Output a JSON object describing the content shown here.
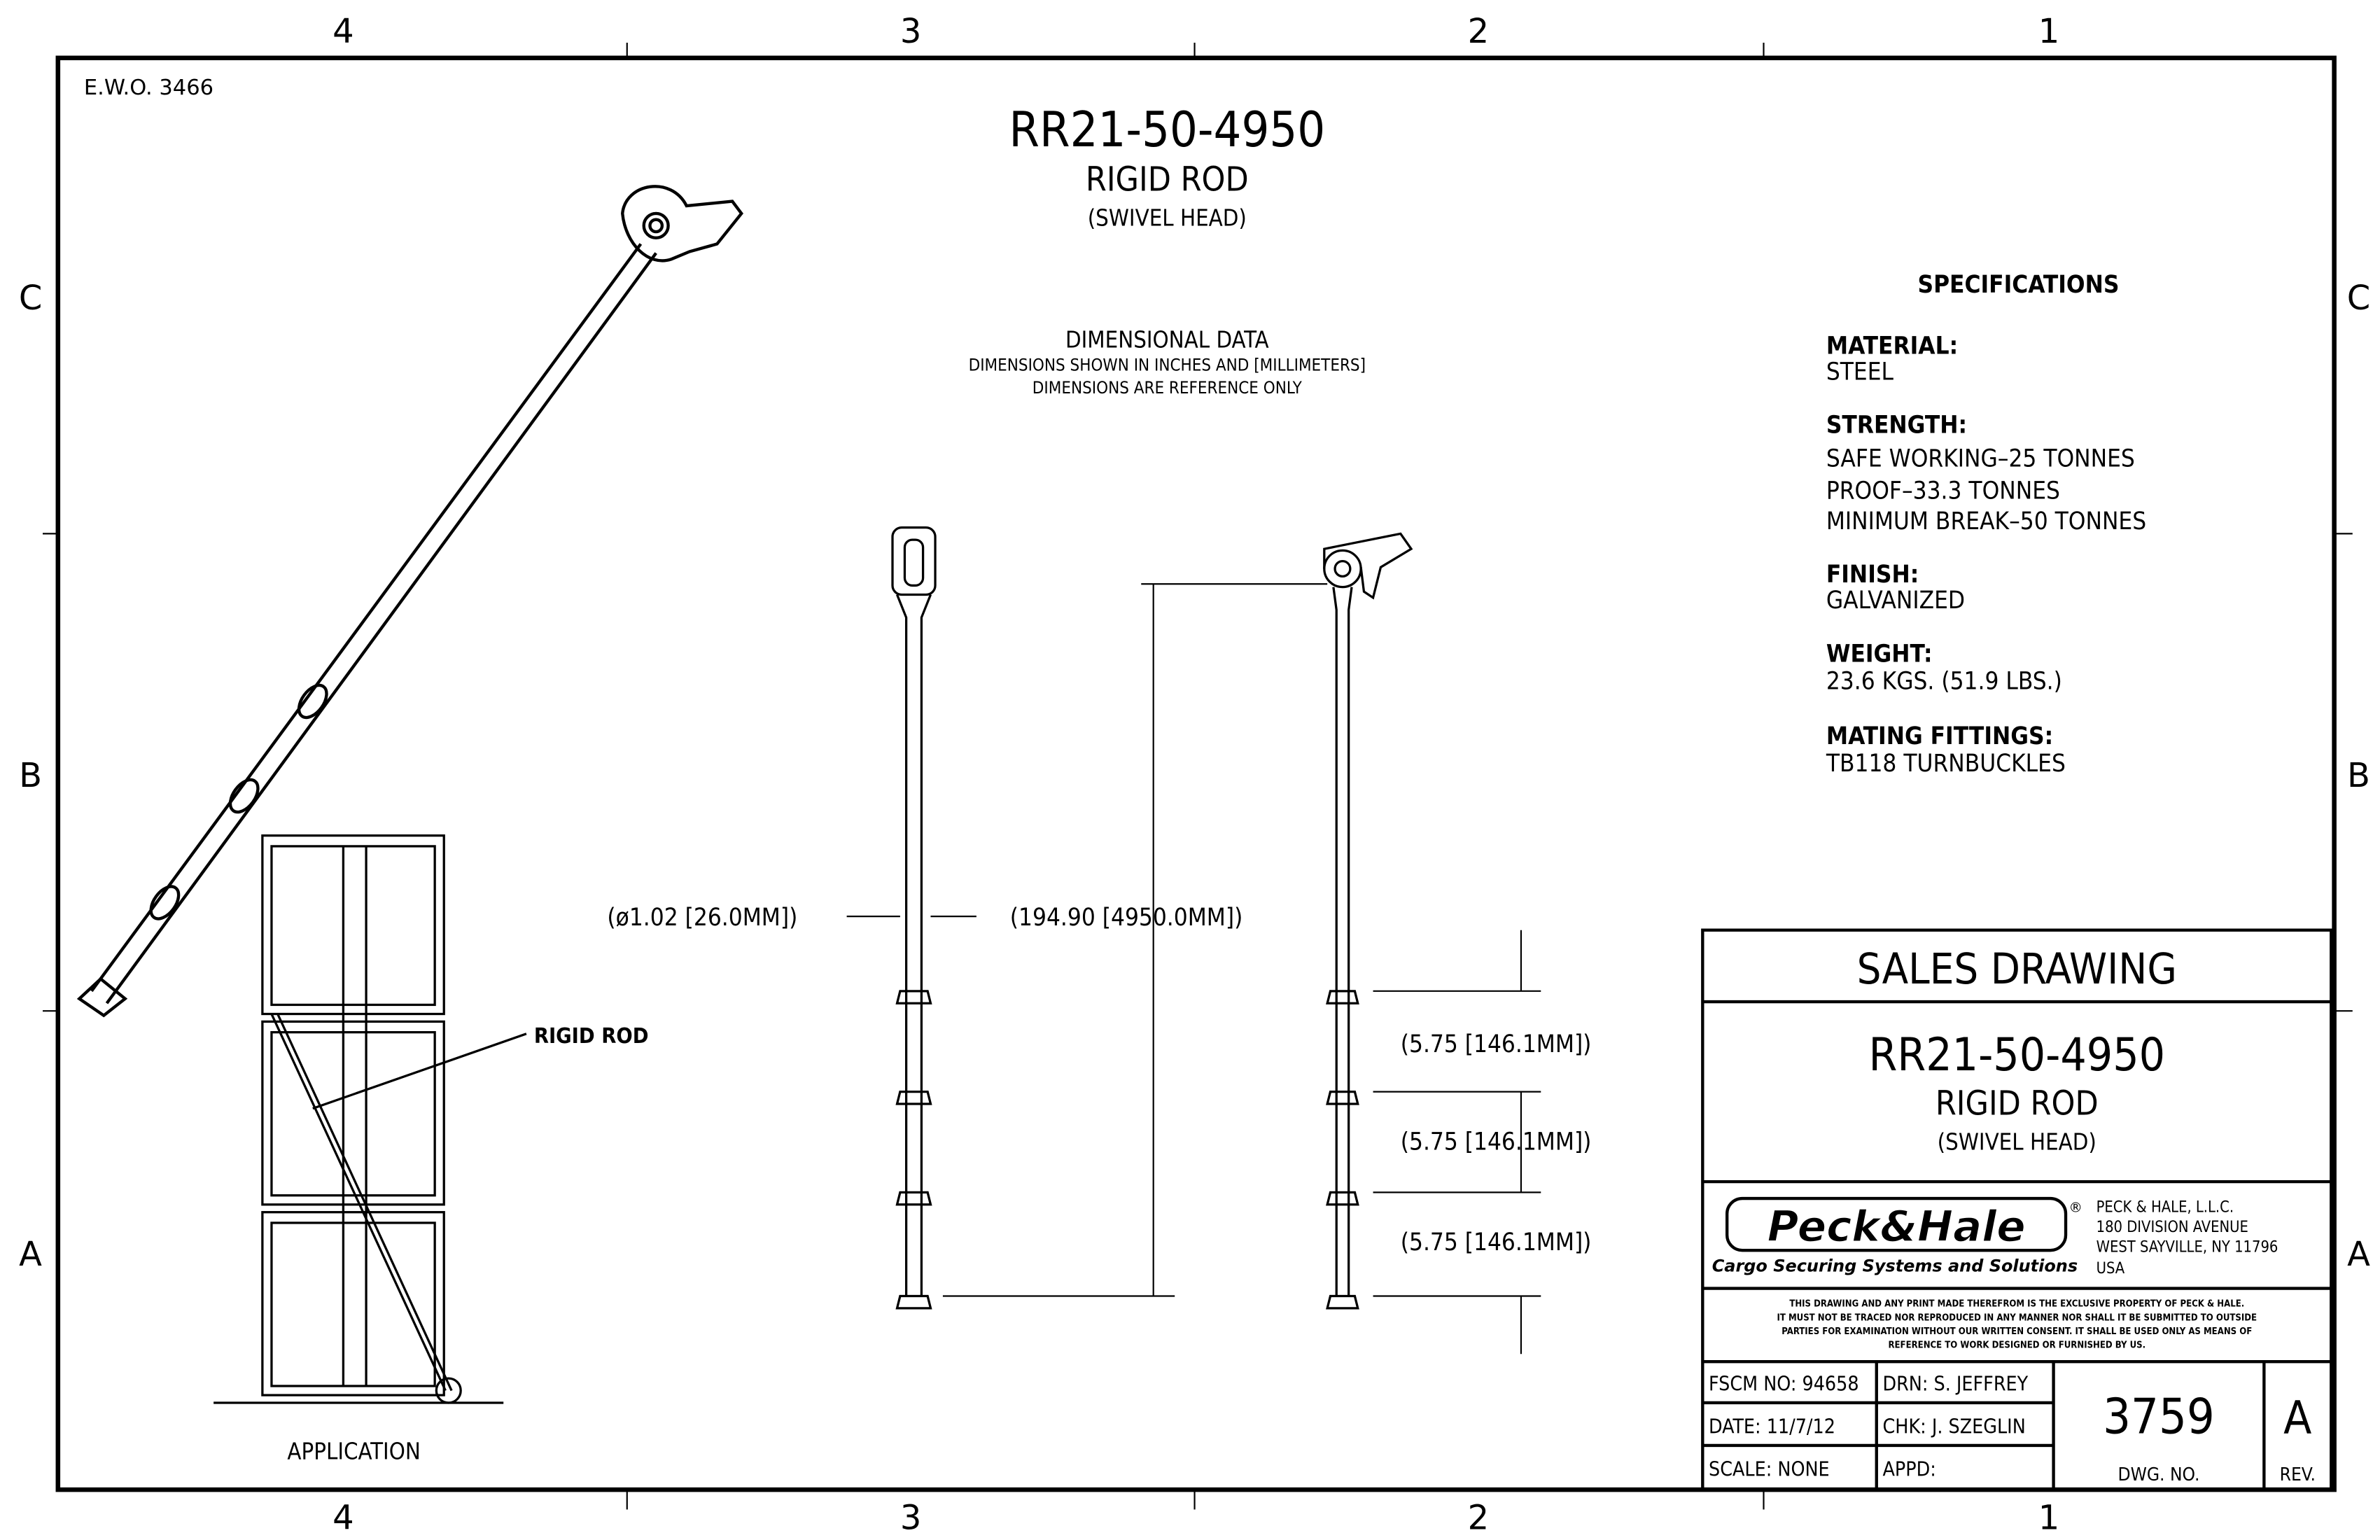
{
  "zones": {
    "columns": [
      "4",
      "3",
      "2",
      "1"
    ],
    "rows": [
      "C",
      "B",
      "A"
    ]
  },
  "ewo": "E.W.O.  3466",
  "header": {
    "part_number": "RR21-50-4950",
    "name": "RIGID ROD",
    "variant": "(SWIVEL HEAD)"
  },
  "dimensional": {
    "title": "DIMENSIONAL  DATA",
    "line1": "DIMENSIONS  SHOWN  IN  INCHES  AND  [MILLIMETERS]",
    "line2": "DIMENSIONS  ARE  REFERENCE  ONLY"
  },
  "dimensions": {
    "diameter": "(ø1.02  [26.0MM])",
    "length": "(194.90  [4950.0MM])",
    "spacing": [
      "(5.75  [146.1MM])",
      "(5.75  [146.1MM])",
      "(5.75  [146.1MM])"
    ]
  },
  "application": {
    "callout": "RIGID  ROD",
    "label": "APPLICATION"
  },
  "specifications": {
    "title": "SPECIFICATIONS",
    "sections": [
      {
        "heading": "MATERIAL:",
        "lines": [
          "STEEL"
        ]
      },
      {
        "heading": "STRENGTH:",
        "lines": [
          "SAFE  WORKING–25  TONNES",
          "PROOF–33.3  TONNES",
          "MINIMUM  BREAK–50  TONNES"
        ]
      },
      {
        "heading": "FINISH:",
        "lines": [
          "GALVANIZED"
        ]
      },
      {
        "heading": "WEIGHT:",
        "lines": [
          "23.6  KGS.  (51.9  LBS.)"
        ]
      },
      {
        "heading": "MATING  FITTINGS:",
        "lines": [
          "TB118  TURNBUCKLES"
        ]
      }
    ]
  },
  "title_block": {
    "drawing_type": "SALES  DRAWING",
    "part_number": "RR21-50-4950",
    "name": "RIGID  ROD",
    "variant": "(SWIVEL  HEAD)",
    "logo_text": "Peck&Hale",
    "logo_tagline": "Cargo Securing Systems and Solutions",
    "address": [
      "PECK  &  HALE,  L.L.C.",
      "180  DIVISION  AVENUE",
      "WEST  SAYVILLE,  NY  11796",
      "USA"
    ],
    "notice": [
      "THIS DRAWING AND ANY PRINT MADE THEREFROM IS THE EXCLUSIVE PROPERTY OF PECK & HALE.",
      "IT MUST NOT BE TRACED NOR REPRODUCED IN ANY MANNER NOR SHALL IT BE SUBMITTED TO OUTSIDE",
      "PARTIES FOR EXAMINATION WITHOUT OUR WRITTEN CONSENT.  IT SHALL BE USED ONLY AS MEANS OF",
      "REFERENCE TO WORK DESIGNED OR FURNISHED BY US."
    ],
    "fscm": "FSCM  NO:  94658",
    "date": "DATE:  11/7/12",
    "scale": "SCALE:  NONE",
    "drawn": "DRN: S.  JEFFREY",
    "checked": "CHK: J.  SZEGLIN",
    "approved": "APPD:",
    "dwg_no": "3759",
    "dwg_no_label": "DWG.  NO.",
    "rev": "A",
    "rev_label": "REV."
  }
}
